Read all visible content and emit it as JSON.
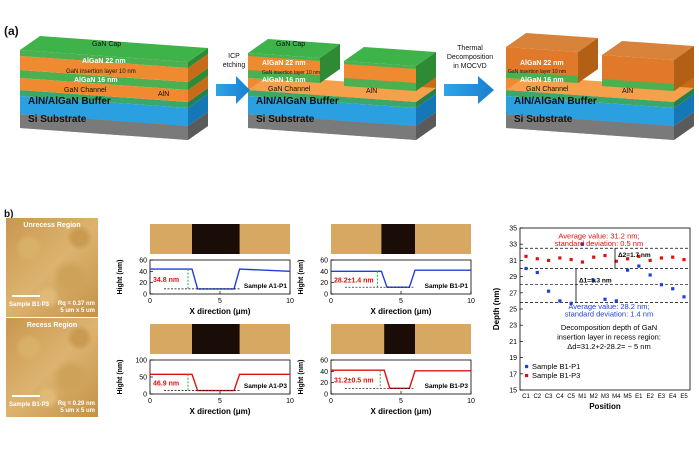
{
  "panel_a": {
    "label": "(a)",
    "stack1": {
      "cap": "GaN Cap",
      "algan22": "AlGaN 22 nm",
      "insertion": "GaN insertion layer 10 nm",
      "algan16": "AlGaN 16 nm",
      "channel": "GaN Channel",
      "aln": "AlN",
      "buffer": "AlN/AlGaN Buffer",
      "substrate": "Si Substrate"
    },
    "stack2": {
      "cap": "GaN Cap",
      "algan22": "AlGaN 22 nm",
      "insertion": "GaN insertion layer 10 nm",
      "algan16": "AlGaN 16 nm",
      "channel": "GaN Channel",
      "aln": "AlN",
      "buffer": "AlN/AlGaN Buffer",
      "substrate": "Si Substrate"
    },
    "stack3": {
      "algan22": "AlGaN 22 nm",
      "insertion": "GaN insertion layer 10 nm",
      "algan16": "AlGaN 16 nm",
      "channel": "GaN Channel",
      "aln": "AlN",
      "buffer": "AlN/AlGaN Buffer",
      "substrate": "Si Substrate"
    },
    "arrow1": [
      "ICP",
      "etching"
    ],
    "arrow2": [
      "Thermal",
      "Decomposition",
      "in MOCVD"
    ]
  },
  "panel_b": {
    "label": "b)",
    "afm": [
      {
        "title": "Unrecess Region",
        "sample": "Sample B1-P3",
        "rq": "Rq = 0.37 nm",
        "scan": "5 um x 5 um"
      },
      {
        "title": "Recess Region",
        "sample": "Sample B1-P3",
        "rq": "Rq = 0.29 nm",
        "scan": "5 um x 5 um"
      }
    ]
  },
  "chart_data": [
    {
      "type": "line",
      "xlabel": "X direction (μm)",
      "ylabel": "Hight (nm)",
      "xlim": [
        0,
        10
      ],
      "ylim": [
        0,
        60
      ],
      "xticks": [
        0,
        5,
        10
      ],
      "yticks": [
        0,
        20,
        40,
        60
      ],
      "color": "#1f3fd6",
      "x": [
        0,
        3.0,
        3.4,
        6.0,
        6.4,
        10
      ],
      "y": [
        44,
        44,
        9,
        9,
        44,
        40
      ],
      "annotation": "34.8 nm",
      "sample": "Sample A1-P1"
    },
    {
      "type": "line",
      "xlabel": "X direction (μm)",
      "ylabel": "Hight (nm)",
      "xlim": [
        0,
        10
      ],
      "ylim": [
        0,
        60
      ],
      "xticks": [
        0,
        5,
        10
      ],
      "yticks": [
        0,
        20,
        40,
        60
      ],
      "color": "#1f3fd6",
      "x": [
        0,
        3.6,
        4.0,
        5.6,
        6.0,
        10
      ],
      "y": [
        40,
        40,
        12,
        12,
        42,
        42
      ],
      "annotation": "28.2±1.4 nm",
      "sample": "Sample B1-P1"
    },
    {
      "type": "line",
      "xlabel": "X direction (μm)",
      "ylabel": "Hight (nm)",
      "xlim": [
        0,
        10
      ],
      "ylim": [
        0,
        100
      ],
      "xticks": [
        0,
        5,
        10
      ],
      "yticks": [
        0,
        50,
        100
      ],
      "color": "#e01010",
      "x": [
        0,
        3.0,
        3.4,
        6.0,
        6.4,
        10
      ],
      "y": [
        58,
        58,
        10,
        10,
        58,
        58
      ],
      "annotation": "46.9 nm",
      "sample": "Sample A1-P3"
    },
    {
      "type": "line",
      "xlabel": "X direction (μm)",
      "ylabel": "Hight (nm)",
      "xlim": [
        0,
        10
      ],
      "ylim": [
        0,
        60
      ],
      "xticks": [
        0,
        5,
        10
      ],
      "yticks": [
        0,
        20,
        40,
        60
      ],
      "color": "#e01010",
      "x": [
        0,
        3.8,
        4.2,
        5.6,
        6.0,
        10
      ],
      "y": [
        42,
        42,
        10,
        10,
        41,
        41
      ],
      "annotation": "31.2±0.5 nm",
      "sample": "Sample B1-P3"
    },
    {
      "type": "scatter",
      "xlabel": "Position",
      "ylabel": "Depth (nm)",
      "ylim": [
        15,
        35
      ],
      "yticks": [
        15,
        17,
        19,
        21,
        23,
        25,
        27,
        29,
        31,
        33,
        35
      ],
      "categories": [
        "C1",
        "C2",
        "C3",
        "C4",
        "C5",
        "M1",
        "M2",
        "M3",
        "M4",
        "M5",
        "E1",
        "E2",
        "E3",
        "E4",
        "E5"
      ],
      "series": [
        {
          "name": "Sample B1-P1",
          "color": "#1f3fd6",
          "values": [
            30.0,
            29.5,
            27.2,
            26.0,
            25.7,
            33.0,
            28.5,
            26.2,
            26.0,
            29.8,
            30.3,
            29.2,
            28.0,
            27.5,
            26.5
          ]
        },
        {
          "name": "Sample B1-P3",
          "color": "#e01010",
          "values": [
            31.5,
            31.2,
            31.0,
            31.3,
            31.1,
            30.8,
            31.4,
            31.6,
            30.9,
            31.2,
            31.5,
            31.0,
            31.3,
            31.4,
            31.1
          ]
        }
      ],
      "ref_lines": [
        32.5,
        30.0,
        28.0,
        25.8
      ],
      "annot_top": [
        "Average value: 31.2 nm;",
        "standard deviation: 0.5 nm"
      ],
      "annot_d1": "Δ2=1.7 nm",
      "annot_d2": "Δ1=5.3 nm",
      "annot_bottom": [
        "Average value: 28.2 nm;",
        "standard deviation: 1.4 nm"
      ],
      "annot_info": [
        "Decomposition depth of GaN",
        "insertion layer in recess region:",
        "Δd=31.2+2-28.2= ~ 5 nm"
      ],
      "legend_position": "bottom-left"
    }
  ]
}
